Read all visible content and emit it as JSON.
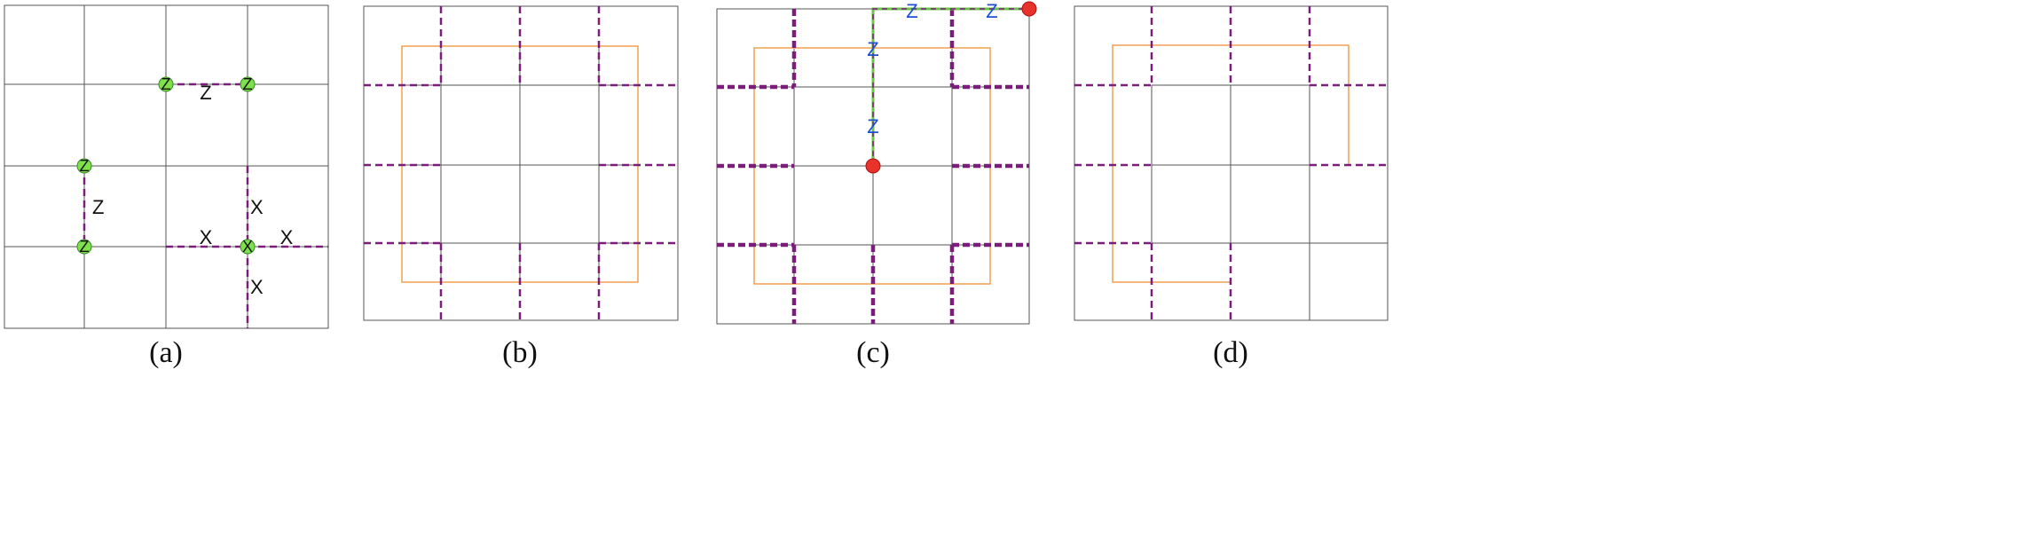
{
  "panels": [
    {
      "caption": "(a)",
      "nodes": [
        {
          "id": "a-z1",
          "label": "Z"
        },
        {
          "id": "a-z2",
          "label": "Z"
        },
        {
          "id": "a-z3",
          "label": "Z"
        },
        {
          "id": "a-z4",
          "label": "Z"
        },
        {
          "id": "a-x1",
          "label": "X"
        }
      ],
      "edge_labels": [
        {
          "id": "a-lz-top",
          "text": "Z"
        },
        {
          "id": "a-lz-left",
          "text": "Z"
        },
        {
          "id": "a-lx-up",
          "text": "X"
        },
        {
          "id": "a-lx-left",
          "text": "X"
        },
        {
          "id": "a-lx-right",
          "text": "X"
        },
        {
          "id": "a-lx-down",
          "text": "X"
        }
      ]
    },
    {
      "caption": "(b)"
    },
    {
      "caption": "(c)",
      "edge_labels": [
        {
          "id": "c-lz-h1",
          "text": "Z"
        },
        {
          "id": "c-lz-h2",
          "text": "Z"
        },
        {
          "id": "c-lz-v1",
          "text": "Z"
        },
        {
          "id": "c-lz-v2",
          "text": "Z"
        }
      ]
    },
    {
      "caption": "(d)"
    }
  ],
  "colors": {
    "grid": "#555555",
    "dashed": "#7a1e7a",
    "boundary": "#f0a050",
    "node_fill": "#7ee04a",
    "endpoint": "#e8332b",
    "path": "#6cc24a",
    "label_blue": "#1f4fd6"
  }
}
